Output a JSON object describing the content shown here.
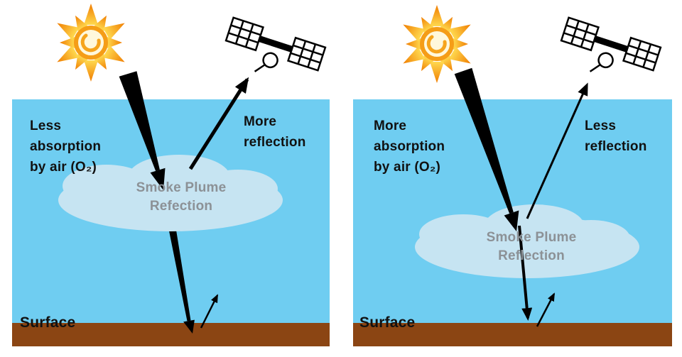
{
  "panels": [
    {
      "id": "left",
      "absorption_label": "Less\nabsorption\nby air (O₂)",
      "reflection_label": "More\nreflection",
      "cloud_label": "Smoke Plume\nRefection",
      "surface_label": "Surface"
    },
    {
      "id": "right",
      "absorption_label": "More\nabsorption\nby air (O₂)",
      "reflection_label": "Less\nreflection",
      "cloud_label": "Smoke Plume\nReflection",
      "surface_label": "Surface"
    }
  ],
  "colors": {
    "sky": "#6fcdf1",
    "cloud": "#c6e4f2",
    "surface_brown": "#8b4513",
    "cloud_text": "#8c9196",
    "text": "#111111",
    "arrow_black": "#000000",
    "sun_outer": "#f07d00",
    "sun_inner": "#ffd94f"
  },
  "icons": {
    "sun_icon": "☀",
    "satellite_icon": "🛰"
  }
}
